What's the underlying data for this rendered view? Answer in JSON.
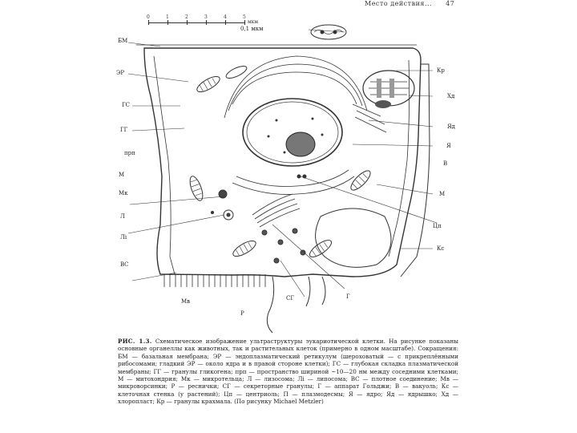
{
  "header": {
    "title": "Место действия...",
    "page_number": "47"
  },
  "scale": {
    "ticks": [
      "0",
      "1",
      "2",
      "3",
      "4",
      "5"
    ],
    "unit": "мкм"
  },
  "top_scale_label": "0,1 мкм",
  "labels_left": [
    "БМ",
    "ЭР",
    "ГС",
    "ГГ",
    "прп",
    "М",
    "Мк",
    "Л",
    "Лi",
    "ВС",
    "Мв",
    "Р"
  ],
  "labels_bottom": [
    "СГ",
    "Г"
  ],
  "labels_right": [
    "Кр",
    "Хд",
    "Яд",
    "Я",
    "В",
    "М",
    "Цп",
    "Кс"
  ],
  "caption": {
    "figure": "РИС. 1.3.",
    "text": "Схематическое изображение ультраструктуры эукариотической клетки. На рисунке показаны основные органеллы как животных, так и растительных клеток (примерно в одном масштабе). Сокращения: БМ — базальная мембрана; ЭР — эндоплазматический ретикулум (шероховатый — с прикреплёнными рибосомами; гладкий ЭР — около ядра и в правой стороне клетки); ГС — глубокая складка плазматической мембраны; ГГ — гранулы гликогена; прп — пространство шириной ~10—20 нм между соседними клетками; М — митохондрия; Мк — микротельца; Л — лизосома; Лi — липосома; ВС — плотное соединение; Мв — микроворсинки; Р — реснички; СГ — секреторные гранулы; Г — аппарат Гольджи; В — вакуоль; Кс — клеточная стенка (у растений); Цп — центриоль; П — плазмодесмы; Я — ядро; Яд — ядрышко; Хд — хлоропласт; Кр — гранулы крахмала. (По рисунку Michael Metzler)"
  }
}
